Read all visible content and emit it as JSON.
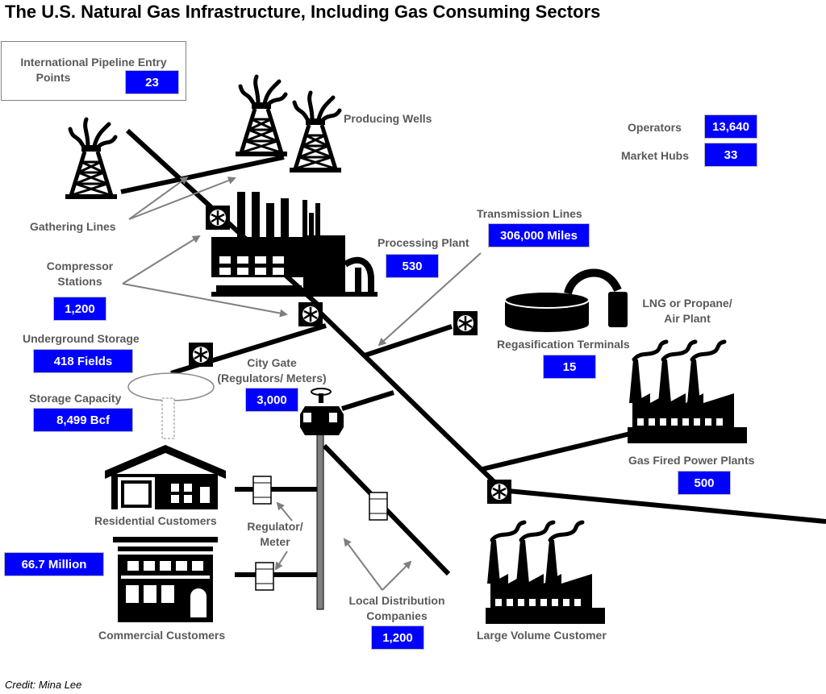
{
  "title": "The U.S. Natural Gas Infrastructure, Including Gas Consuming Sectors",
  "credit": "Credit: Mina Lee",
  "colors": {
    "box_fill": "#0000ff",
    "box_text": "#ffffff",
    "label_text": "#595959",
    "pipeline": "#000000",
    "arrow": "#7f7f7f"
  },
  "entry_points": {
    "label_line1": "International Pipeline Entry",
    "label_line2": "Points",
    "value": "23"
  },
  "producing_wells": {
    "label": "Producing Wells",
    "icon": "oil-well-icon"
  },
  "operators": {
    "label": "Operators",
    "value": "13,640"
  },
  "market_hubs": {
    "label": "Market Hubs",
    "value": "33"
  },
  "gathering_lines": {
    "label": "Gathering Lines"
  },
  "processing_plant": {
    "label": "Processing Plant",
    "value": "530",
    "icon": "processing-plant-icon"
  },
  "transmission_lines": {
    "label": "Transmission Lines",
    "value": "306,000 Miles"
  },
  "compressor_stations": {
    "label_line1": "Compressor",
    "label_line2": "Stations",
    "value": "1,200",
    "icon": "compressor-fan-icon"
  },
  "lng": {
    "label_line1": "LNG or Propane/",
    "label_line2": "Air Plant",
    "icon": "lng-tank-icon"
  },
  "regasification": {
    "label": "Regasification Terminals",
    "value": "15"
  },
  "underground_storage": {
    "label": "Underground Storage",
    "value": "418 Fields"
  },
  "city_gate": {
    "label_line1": "City Gate",
    "label_line2": "(Regulators/ Meters)",
    "value": "3,000",
    "icon": "valve-icon"
  },
  "storage_capacity": {
    "label": "Storage Capacity",
    "value": "8,499 Bcf"
  },
  "power_plants": {
    "label": "Gas Fired Power Plants",
    "value": "500",
    "icon": "factory-icon"
  },
  "residential": {
    "label": "Residential Customers",
    "icon": "house-icon"
  },
  "regulator_meter": {
    "label_line1": "Regulator/",
    "label_line2": "Meter",
    "icon": "meter-icon"
  },
  "customers_total": {
    "value": "66.7 Million"
  },
  "commercial": {
    "label": "Commercial Customers",
    "icon": "store-icon"
  },
  "ldc": {
    "label_line1": "Local Distribution",
    "label_line2": "Companies",
    "value": "1,200"
  },
  "large_volume": {
    "label": "Large Volume Customer",
    "icon": "factory-icon"
  }
}
